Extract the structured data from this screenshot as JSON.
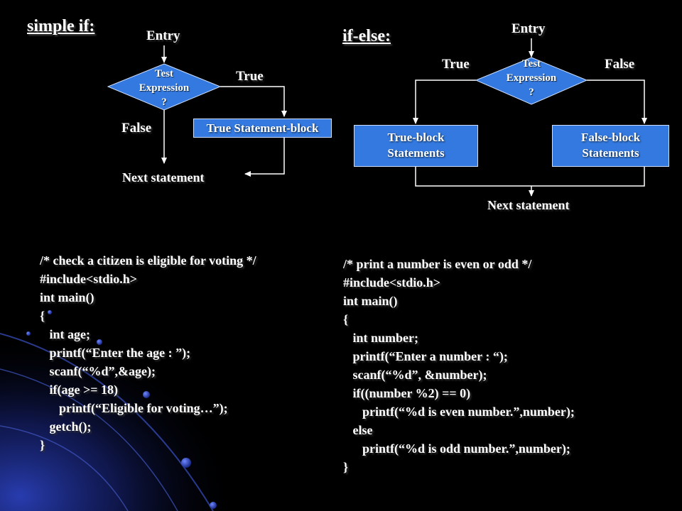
{
  "left_diagram": {
    "title": "simple if:",
    "entry": "Entry",
    "condition": [
      "Test",
      "Expression",
      "?"
    ],
    "true_label": "True",
    "false_label": "False",
    "statement_block": "True Statement-block",
    "next": "Next statement"
  },
  "right_diagram": {
    "title": "if-else:",
    "entry": "Entry",
    "condition": [
      "Test",
      "Expression",
      "?"
    ],
    "true_label": "True",
    "false_label": "False",
    "true_block": [
      "True-block",
      "Statements"
    ],
    "false_block": [
      "False-block",
      "Statements"
    ],
    "next": "Next statement"
  },
  "left_code": [
    "/* check a citizen is eligible for voting */",
    "#include<stdio.h>",
    "int main()",
    "{",
    "   int age;",
    "   printf(“Enter the age : ”);",
    "   scanf(“%d”,&age);",
    "   if(age >= 18)",
    "      printf(“Eligible for voting…”);",
    "   getch();",
    "}"
  ],
  "right_code": [
    "/* print a number is even or odd */",
    "#include<stdio.h>",
    "int main()",
    "{",
    "   int number;",
    "   printf(“Enter a number : “);",
    "   scanf(“%d”, &number);",
    "   if((number %2) == 0)",
    "      printf(“%d is even number.”,number);",
    "   else",
    "      printf(“%d is odd number.”,number);",
    "}"
  ],
  "colors": {
    "background": "#000000",
    "shape_fill": "#3379e0",
    "text": "#ffffff"
  }
}
